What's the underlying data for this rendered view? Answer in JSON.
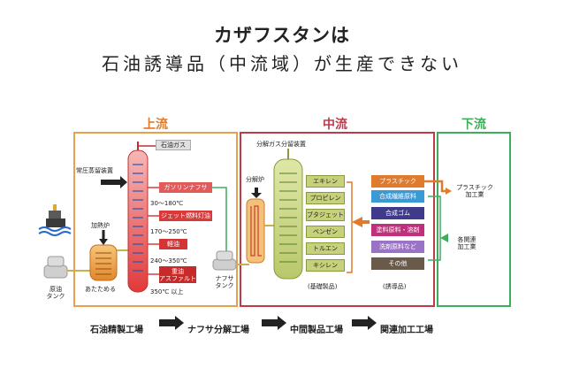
{
  "title": "カザフスタンは",
  "subtitle": "石油誘導品（中流域）が生産できない",
  "sections": {
    "upstream": {
      "label": "上流",
      "color": "#e8a04c"
    },
    "midstream": {
      "label": "中流",
      "color": "#c03a4a"
    },
    "downstream": {
      "label": "下流",
      "color": "#3cae5c"
    }
  },
  "upstream": {
    "crude_tank": "原油\nタンク",
    "heater": "加熱炉",
    "heating_caption": "あたためる",
    "distillation": "常圧蒸留装置",
    "temps": [
      "30～180℃",
      "170～250℃",
      "240～350℃",
      "350℃ 以上"
    ],
    "products": [
      "石油ガス",
      "ガソリンナフサ",
      "ジェット燃料灯油",
      "軽油",
      "重油\nアスファルト"
    ],
    "naphtha_tank": "ナフサ\nタンク"
  },
  "midstream": {
    "cracker": "分解炉",
    "separator": "分解ガス分留装置",
    "basic": [
      "エキレン",
      "プロピレン",
      "ブタジェット",
      "ベンゼン",
      "トルエン",
      "キシレン"
    ],
    "basic_caption": "(基礎製品)",
    "derivatives": [
      "プラスチック",
      "合成繊維原料",
      "合成ゴム",
      "塗料原料・溶剤",
      "洗剤原料など",
      "その他"
    ],
    "derivative_colors": [
      "#e07a2c",
      "#3a9ad6",
      "#3f3a8a",
      "#c0307a",
      "#9a73c4",
      "#6a5a4a"
    ],
    "derivatives_caption": "(誘導品)"
  },
  "downstream": {
    "items": [
      "プラスチック\n加工業",
      "各関連\n加工業"
    ]
  },
  "flow": [
    "石油精製工場",
    "ナフサ分解工場",
    "中間製品工場",
    "関連加工工場"
  ]
}
